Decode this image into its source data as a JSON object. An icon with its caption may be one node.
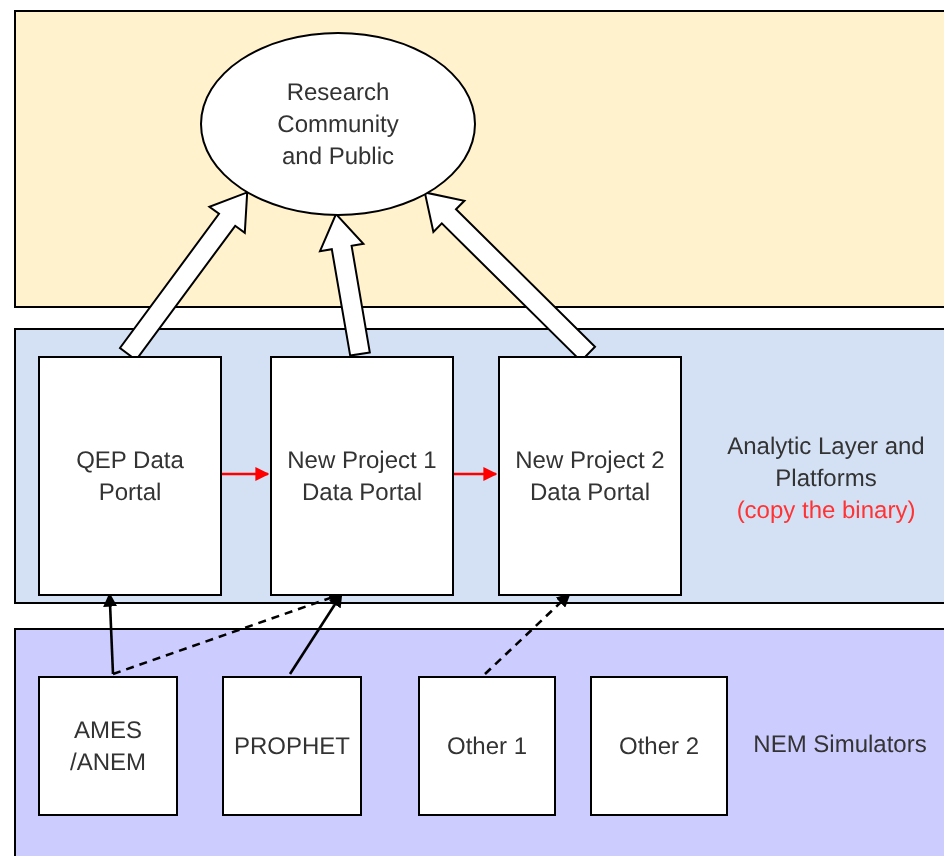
{
  "diagram": {
    "nodes": [
      {
        "text": [],
        "shape": "box"
      },
      {
        "text": [
          "Research Community and Public"
        ],
        "in": 0
      },
      {
        "text": [
          "Analytic Layer and Platforms",
          "(copy the binary)"
        ]
      },
      {
        "text": [
          "QEP Data Portal"
        ],
        "in": 2
      },
      {
        "text": [
          "New Project 1 Data Portal"
        ],
        "in": 2
      },
      {
        "text": [
          "New Project 2 Data Portal"
        ],
        "in": 2
      },
      {
        "text": [
          "NEM Simulators"
        ]
      },
      {
        "text": [
          "AMES /ANEM"
        ],
        "in": 6
      },
      {
        "text": [
          "PROPHET"
        ],
        "in": 6
      },
      {
        "text": [
          "Other 1"
        ],
        "in": 6
      },
      {
        "text": [
          "Other 2"
        ],
        "in": 6
      }
    ],
    "edges": [
      {
        "from": 3,
        "to": 1,
        "arrow": "to",
        "style": "thick"
      },
      {
        "from": 4,
        "to": 1,
        "arrow": "to",
        "style": "thick"
      },
      {
        "from": 5,
        "to": 1,
        "arrow": "to",
        "style": "thick"
      },
      {
        "from": 3,
        "to": 4,
        "arrow": "to",
        "color": "#ff0000"
      },
      {
        "from": 4,
        "to": 5,
        "arrow": "to",
        "color": "#ff0000"
      },
      {
        "from": 7,
        "to": 3,
        "arrow": "to"
      },
      {
        "from": 7,
        "to": 4,
        "arrow": "to",
        "style": "dashed"
      },
      {
        "from": 8,
        "to": 4,
        "arrow": "to"
      },
      {
        "from": 9,
        "to": 5,
        "arrow": "to",
        "style": "dashed"
      }
    ]
  }
}
